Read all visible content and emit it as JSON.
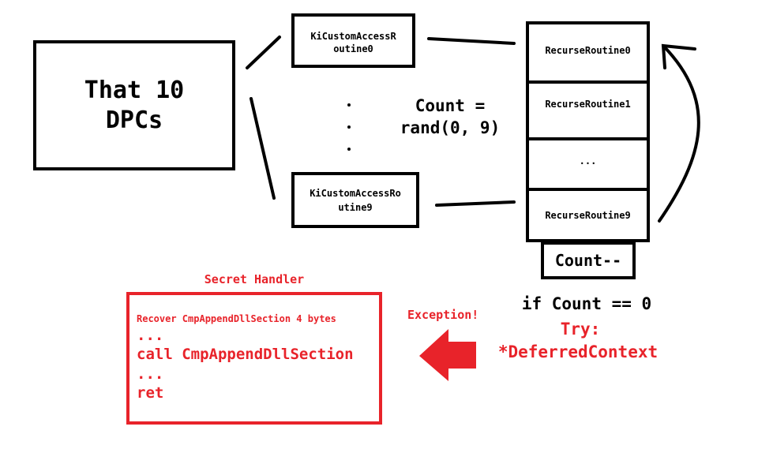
{
  "left_box": {
    "line1": "That 10",
    "line2": "DPCs"
  },
  "access_routine_top": {
    "line1": "KiCustomAccessR",
    "line2": "outine0"
  },
  "access_routine_bottom": {
    "line1": "KiCustomAccessRo",
    "line2": "utine9"
  },
  "count_label": {
    "line1": "Count =",
    "line2": "rand(0, 9)"
  },
  "stack": {
    "items": [
      "RecurseRoutine0",
      "RecurseRoutine1",
      "...",
      "RecurseRoutine9"
    ],
    "counter": "Count--"
  },
  "condition": {
    "if_text": "if Count == 0",
    "try_text": "Try:",
    "context_text": "*DeferredContext"
  },
  "exception_label": "Exception!",
  "handler": {
    "title": "Secret Handler",
    "lines": [
      "Recover CmpAppendDllSection 4 bytes",
      "...",
      "call CmpAppendDllSection",
      "...",
      "ret"
    ]
  },
  "colors": {
    "accent_red": "#e8232a",
    "ink": "#000000"
  }
}
